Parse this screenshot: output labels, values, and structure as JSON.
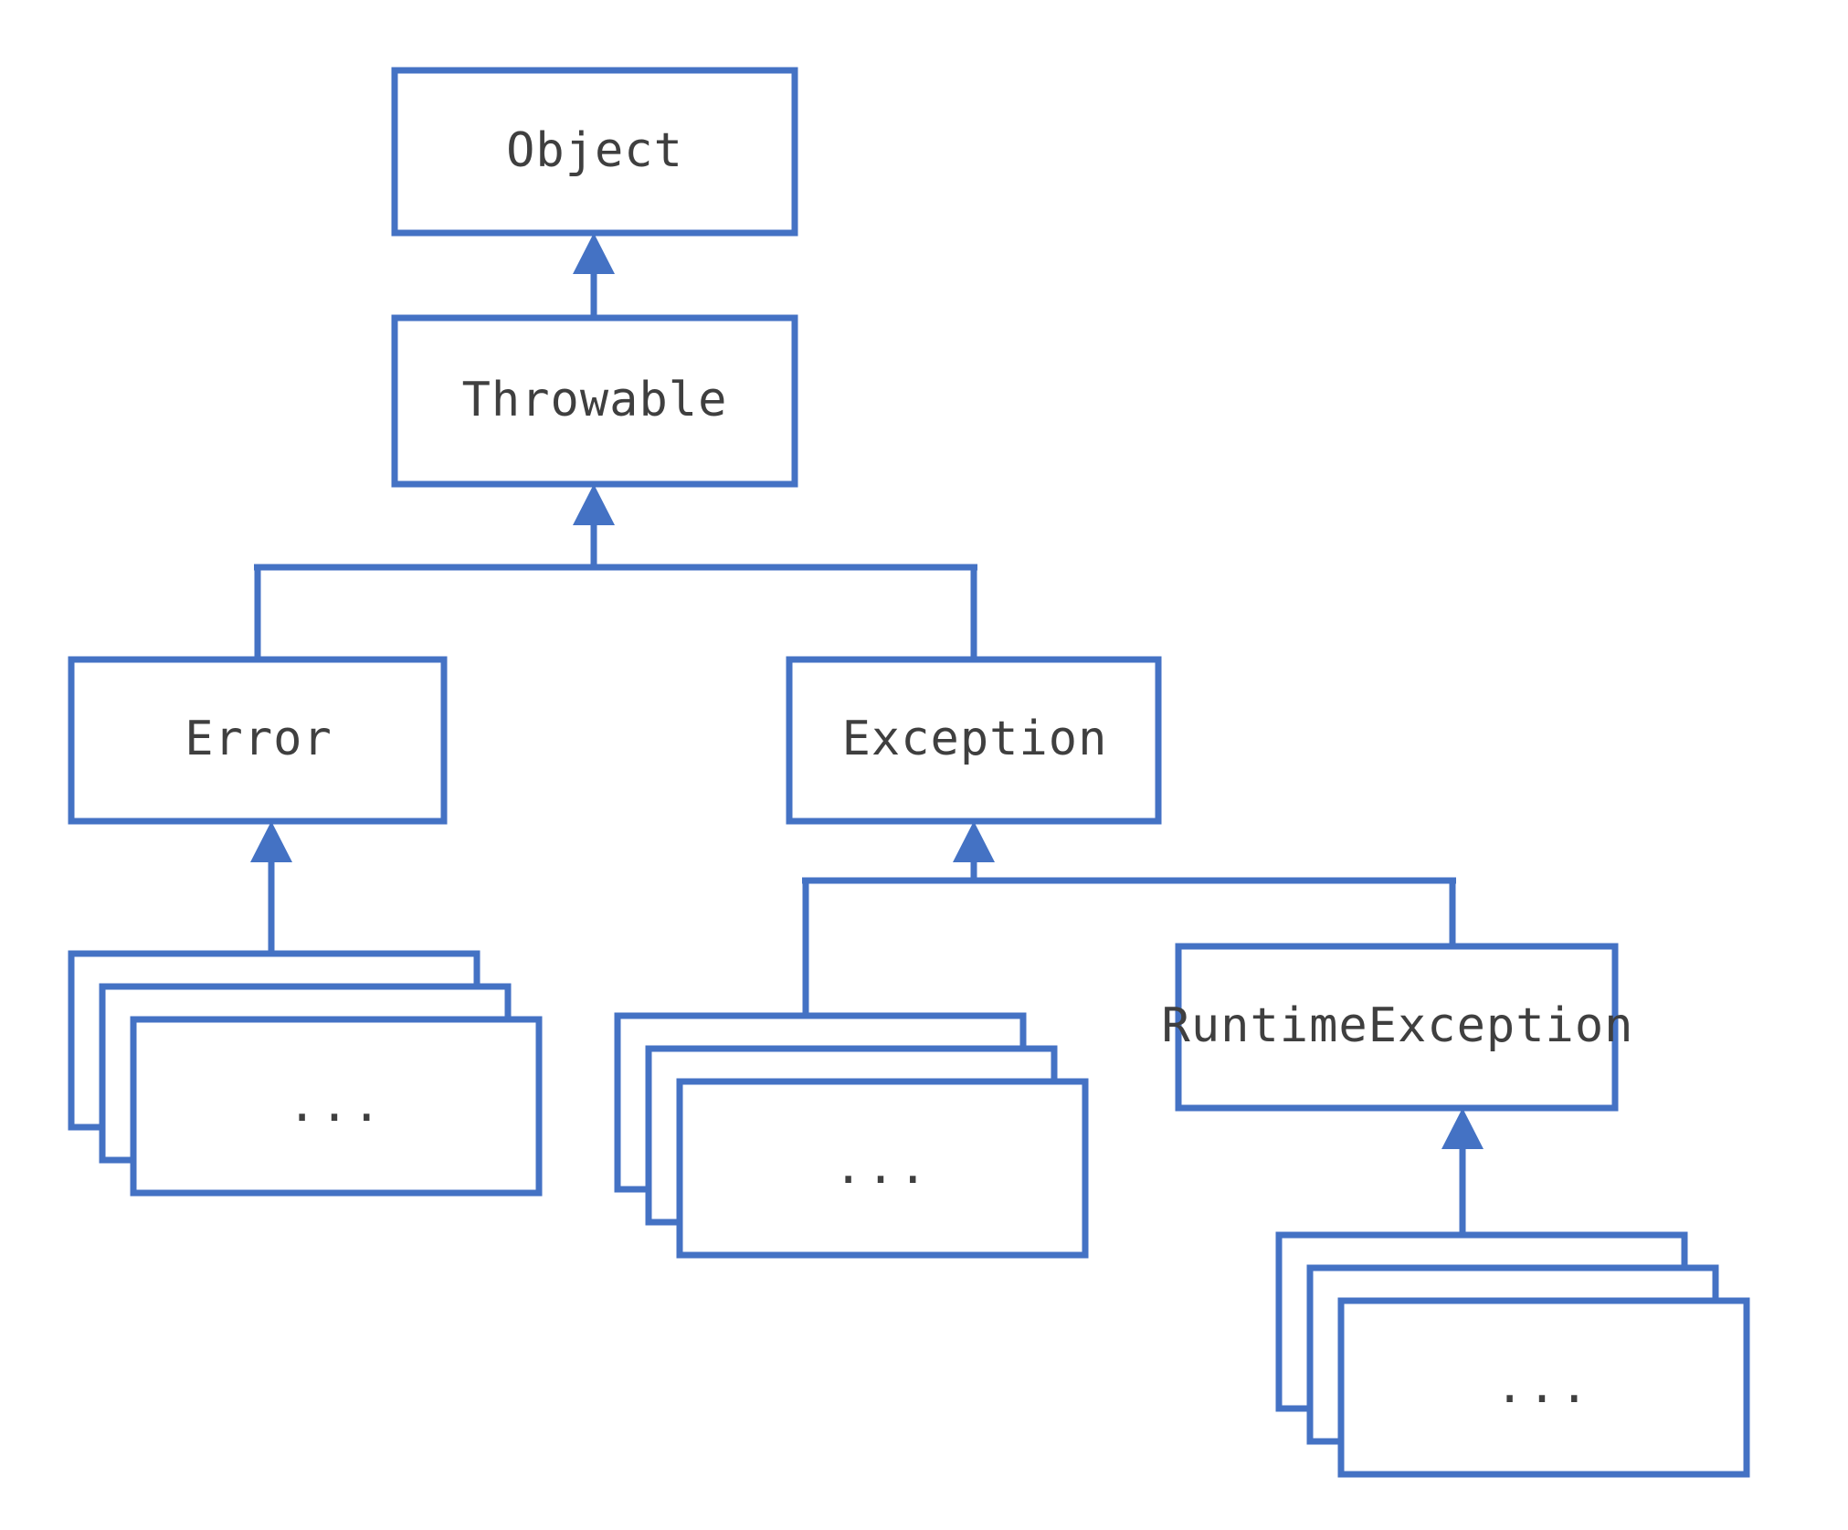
{
  "diagram": {
    "title": "Java Throwable class hierarchy",
    "type": "uml-class-hierarchy",
    "colors": {
      "box_border": "#4472c4",
      "connector": "#4472c4",
      "label_text": "#3f3f3f",
      "background": "#ffffff"
    },
    "nodes": [
      {
        "id": "object",
        "label": "Object",
        "kind": "class",
        "level": 0
      },
      {
        "id": "throwable",
        "label": "Throwable",
        "kind": "class",
        "level": 1
      },
      {
        "id": "error",
        "label": "Error",
        "kind": "class",
        "level": 2
      },
      {
        "id": "exception",
        "label": "Exception",
        "kind": "class",
        "level": 2
      },
      {
        "id": "error-subs",
        "label": "...",
        "kind": "stack",
        "level": 3
      },
      {
        "id": "exception-subs",
        "label": "...",
        "kind": "stack",
        "level": 3
      },
      {
        "id": "runtimeexception",
        "label": "RuntimeException",
        "kind": "class",
        "level": 3
      },
      {
        "id": "runtime-subs",
        "label": "...",
        "kind": "stack",
        "level": 4
      }
    ],
    "edges": [
      {
        "from": "throwable",
        "to": "object",
        "relation": "extends"
      },
      {
        "from": "error",
        "to": "throwable",
        "relation": "extends"
      },
      {
        "from": "exception",
        "to": "throwable",
        "relation": "extends"
      },
      {
        "from": "error-subs",
        "to": "error",
        "relation": "extends"
      },
      {
        "from": "exception-subs",
        "to": "exception",
        "relation": "extends"
      },
      {
        "from": "runtimeexception",
        "to": "exception",
        "relation": "extends"
      },
      {
        "from": "runtime-subs",
        "to": "runtimeexception",
        "relation": "extends"
      }
    ]
  }
}
